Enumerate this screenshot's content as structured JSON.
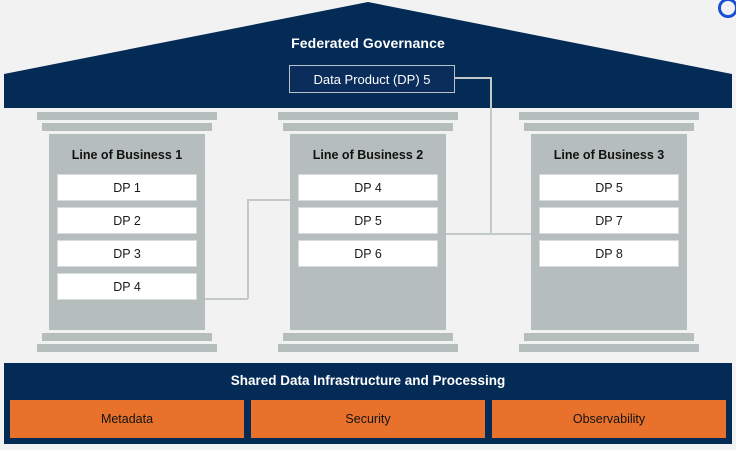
{
  "header": {
    "title": "Federated Governance",
    "governance_data_product": "Data Product (DP) 5"
  },
  "colors": {
    "navy": "#042b56",
    "pillar_gray": "#b6bdbd",
    "orange": "#e8722b",
    "connector": "#c3c9c9",
    "background": "#f2f2f2"
  },
  "pillars": [
    {
      "title": "Line of Business 1",
      "data_products": [
        "DP 1",
        "DP 2",
        "DP 3",
        "DP 4"
      ]
    },
    {
      "title": "Line of Business 2",
      "data_products": [
        "DP 4",
        "DP 5",
        "DP 6"
      ]
    },
    {
      "title": "Line of Business 3",
      "data_products": [
        "DP 5",
        "DP 7",
        "DP 8"
      ]
    }
  ],
  "foundation": {
    "title": "Shared Data Infrastructure and Processing",
    "services": [
      "Metadata",
      "Security",
      "Observability"
    ]
  },
  "icons": {
    "corner_circle": "circle-icon"
  }
}
